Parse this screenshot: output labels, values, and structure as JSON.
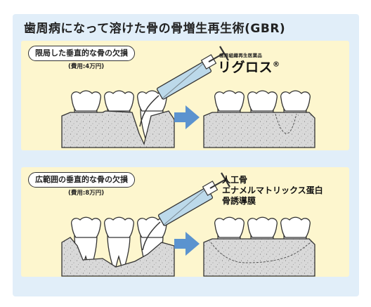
{
  "title": "歯周病になって溶けた骨の骨増生再生術(GBR)",
  "case1": {
    "label": "限局した垂直的な骨の欠損",
    "cost": "(費用:4万円)",
    "product_category": "歯周組織再生医薬品",
    "product_name": "リグロス",
    "product_mark": "®"
  },
  "case2": {
    "label": "広範囲の垂直的な骨の欠損",
    "cost": "(費用:8万円)",
    "materials": [
      "人工骨",
      "エナメルマトリックス蛋白",
      "骨誘導膜"
    ]
  },
  "colors": {
    "background_frame": "#e1eef9",
    "panel": "#fdf6ce",
    "bone": "#d8d8d8",
    "arrow": "#5b93cf",
    "syringe": "#bcd9ea"
  }
}
